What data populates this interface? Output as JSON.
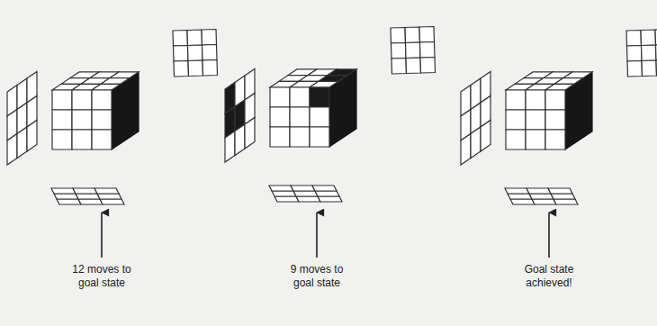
{
  "diagram": {
    "labels": [
      "12 moves to goal state",
      "9 moves to goal state",
      "Goal state achieved!"
    ]
  }
}
